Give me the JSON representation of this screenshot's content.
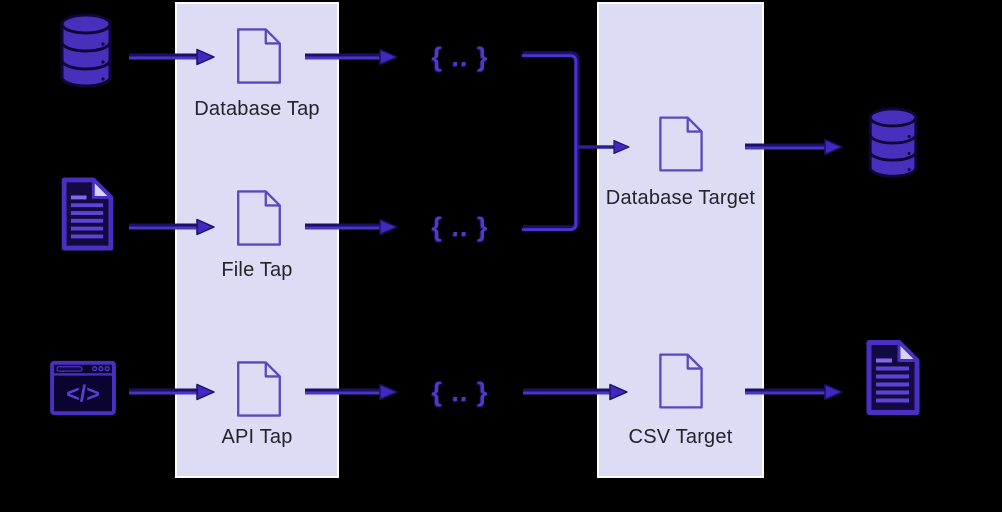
{
  "colors": {
    "background": "#000000",
    "band_fill": "#dcdcf5",
    "band_border": "#fdfdff",
    "arrow_purple": "#4b33cc",
    "arrow_dark": "#191263",
    "filled_icon_fill": "#4930bc",
    "filled_icon_outline": "#0e0636",
    "outline_icon_stroke": "#5a48bd",
    "label_text": "#23232a",
    "json_symbol_color": "#5238c6"
  },
  "taps": [
    {
      "label": "Database Tap"
    },
    {
      "label": "File Tap"
    },
    {
      "label": "API Tap"
    }
  ],
  "targets": [
    {
      "label": "Database Target"
    },
    {
      "label": "CSV Target"
    }
  ],
  "sources": [
    {
      "icon": "database-icon"
    },
    {
      "icon": "file-document-icon"
    },
    {
      "icon": "api-browser-icon"
    }
  ],
  "outputs": [
    {
      "icon": "database-icon"
    },
    {
      "icon": "csv-file-icon"
    }
  ],
  "json_symbol": "{ .. }",
  "api_glyph": "</>"
}
